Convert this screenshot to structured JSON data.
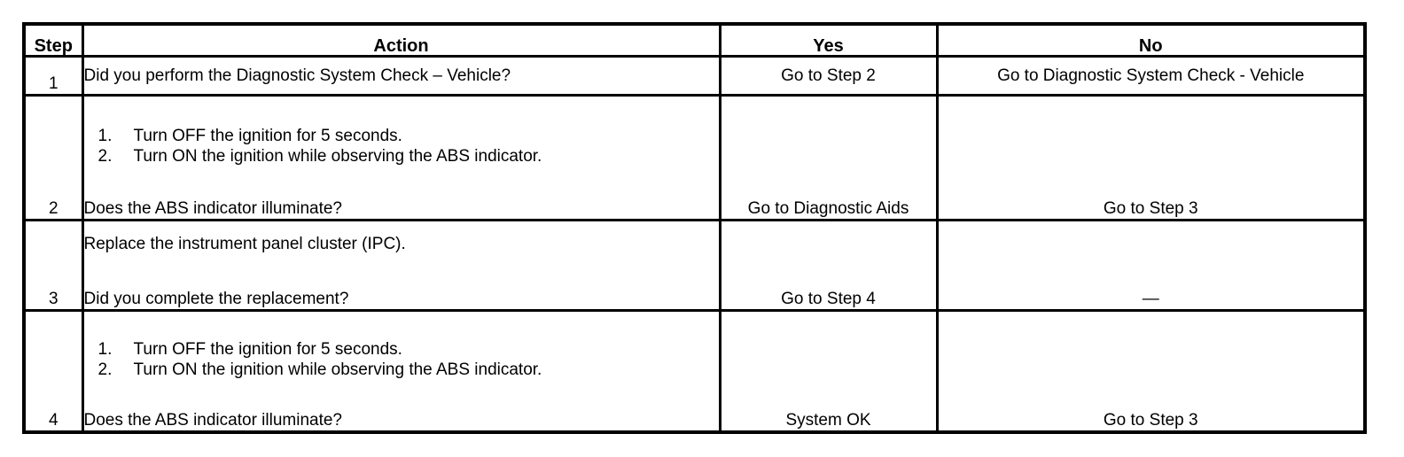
{
  "table": {
    "headers": {
      "step": "Step",
      "action": "Action",
      "yes": "Yes",
      "no": "No"
    },
    "rows": [
      {
        "step": "1",
        "lead": "Did you perform the Diagnostic System Check – Vehicle?",
        "items": [],
        "question": "",
        "yes": "Go to Step 2",
        "no": "Go to Diagnostic System Check - Vehicle"
      },
      {
        "step": "2",
        "lead": "",
        "items": [
          "Turn OFF the ignition for 5 seconds.",
          "Turn ON the ignition while observing the ABS indicator."
        ],
        "question": "Does the ABS indicator illuminate?",
        "yes": "Go to Diagnostic Aids",
        "no": "Go to Step 3"
      },
      {
        "step": "3",
        "lead": "Replace the instrument panel cluster (IPC).",
        "items": [],
        "question": "Did you complete the replacement?",
        "yes": "Go to Step 4",
        "no": "—"
      },
      {
        "step": "4",
        "lead": "",
        "items": [
          "Turn OFF the ignition for 5 seconds.",
          "Turn ON the ignition while observing the ABS indicator."
        ],
        "question": "Does the ABS indicator illuminate?",
        "yes": "System OK",
        "no": "Go to Step 3"
      }
    ]
  },
  "colors": {
    "border": "#000000",
    "background": "#ffffff",
    "text": "#000000"
  }
}
